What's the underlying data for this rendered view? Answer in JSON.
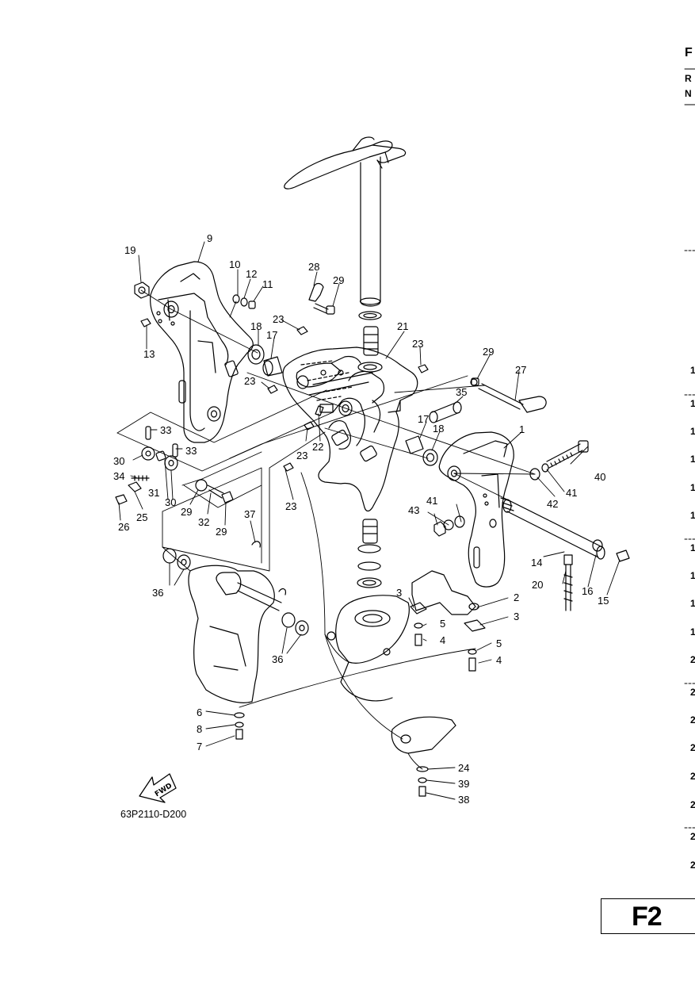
{
  "diagram": {
    "code": "63P2110-D200",
    "page_badge": "F2",
    "fwd_label": "FWD",
    "callouts": [
      "1",
      "2",
      "3",
      "3",
      "4",
      "4",
      "5",
      "5",
      "6",
      "7",
      "8",
      "9",
      "10",
      "11",
      "12",
      "13",
      "14",
      "15",
      "16",
      "17",
      "17",
      "18",
      "18",
      "19",
      "20",
      "21",
      "22",
      "23",
      "23",
      "23",
      "23",
      "23",
      "24",
      "25",
      "26",
      "27",
      "28",
      "29",
      "29",
      "29",
      "29",
      "30",
      "30",
      "31",
      "32",
      "33",
      "33",
      "34",
      "35",
      "36",
      "36",
      "37",
      "38",
      "39",
      "40",
      "41",
      "41",
      "42",
      "43"
    ]
  },
  "right_edge": {
    "header": "F",
    "header_lines": [
      "R",
      "N"
    ],
    "row_marks": [
      "1",
      "1",
      "1",
      "1",
      "1",
      "1",
      "1",
      "1",
      "1",
      "1",
      "2",
      "2",
      "2",
      "2",
      "2",
      "2",
      "2",
      "2"
    ]
  }
}
